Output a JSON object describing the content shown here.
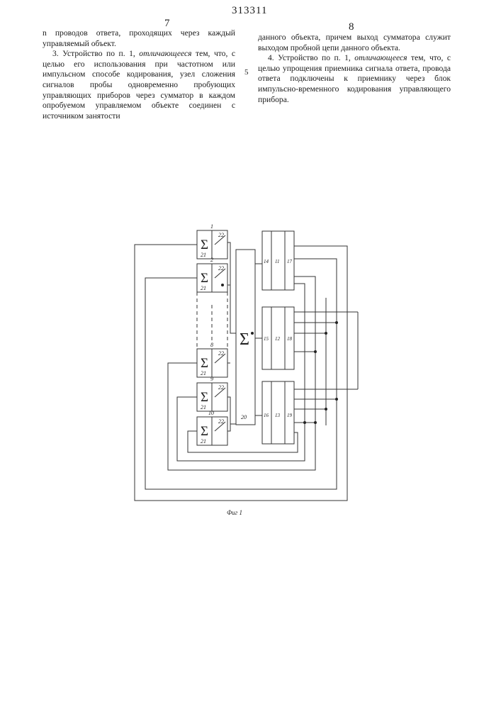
{
  "header": {
    "patent_number": "313311",
    "page_left": "7",
    "page_right": "8"
  },
  "left_column": {
    "cont_text": "n проводов ответа, проходящих через каждый управляемый объект.",
    "claim3_start": "3. Устройство по п. 1, ",
    "claim3_italic": "отличающееся",
    "claim3_rest": " тем, что, с целью его использования при частотном или импульсном способе кодирования, узел сложения сигналов пробы одновременно пробующих управляющих приборов через сумматор в каждом опробуемом управляемом объекте соединен с источником занятости"
  },
  "right_column": {
    "cont_text": "данного объекта, причем выход сумматора служит выходом пробной цепи данного объекта.",
    "claim4_start": "4. Устройство по п. 1, ",
    "claim4_italic": "отличающееся",
    "claim4_rest": " тем, что, с целью упрощения приемника сигнала ответа, провода ответа подключены к приемнику через блок импульсно-временного кодирования управляющего прибора.",
    "line_mark": "5"
  },
  "figure": {
    "caption": "Фиг 1",
    "sum_symbol": "Σ",
    "left_blocks": [
      {
        "number": "1",
        "sum_label": "21",
        "out_label": "22"
      },
      {
        "number": "2",
        "sum_label": "21",
        "out_label": "22"
      },
      {
        "number": "8",
        "sum_label": "21",
        "out_label": "22"
      },
      {
        "number": "9",
        "sum_label": "21",
        "out_label": "22"
      },
      {
        "number": "10",
        "sum_label": "21",
        "out_label": "22"
      }
    ],
    "big_summator_label": "20",
    "right_blocks": [
      {
        "a": "14",
        "b": "11",
        "c": "17"
      },
      {
        "a": "15",
        "b": "12",
        "c": "18"
      },
      {
        "a": "16",
        "b": "13",
        "c": "19"
      }
    ]
  }
}
